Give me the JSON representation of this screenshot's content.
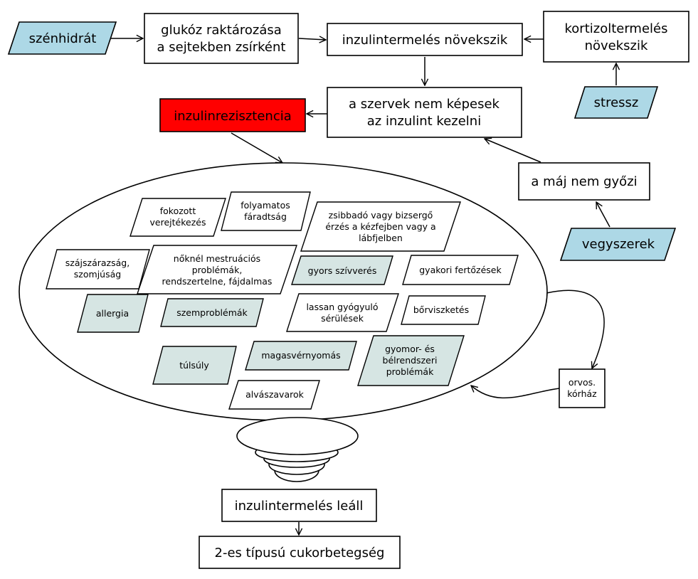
{
  "nodes": {
    "szenhidrat": "szénhidrát",
    "glukoz": [
      "glukóz raktározása",
      "a sejtekben zsírként"
    ],
    "inzulin_novekszik": "inzulintermelés növekszik",
    "kortizol": [
      "kortizoltermelés",
      "növekszik"
    ],
    "stressz": "stressz",
    "szervek": [
      "a szervek nem képesek",
      "az inzulint kezelni"
    ],
    "inzulinrezisztencia": "inzulinrezisztencia",
    "maj": "a máj nem győzi",
    "vegyszerek": "vegyszerek",
    "orvos": [
      "orvos.",
      "kórház"
    ],
    "leall": "inzulintermelés leáll",
    "cukorbetegseg": "2-es típusú cukorbetegség"
  },
  "symptoms": {
    "fokozott": [
      "fokozott",
      "verejtékezés"
    ],
    "faradtsag": [
      "folyamatos",
      "fáradtság"
    ],
    "zsibbado": [
      "zsibbadó vagy bizsergő",
      "érzés a kézfejben vagy a",
      "lábfjelben"
    ],
    "szajszarazsag": [
      "szájszárazság,",
      "szomjúság"
    ],
    "mestruacio": [
      "nőknél mestruációs",
      "problémák,",
      "rendszertelne, fájdalmas"
    ],
    "szivveres": "gyors szívverés",
    "fertozesek": "gyakori fertőzések",
    "allergia": "allergia",
    "szemproblemak": "szemproblémák",
    "serulesek": [
      "lassan gyógyuló",
      "sérülések"
    ],
    "borviszketes": "bőrviszketés",
    "tulsuly": "túlsúly",
    "magasvernyomas": "magasvérnyomás",
    "gyomor": [
      "gyomor- és",
      "bélrendszeri",
      "problémák"
    ],
    "alvaszavarok": "alvászavarok"
  },
  "colors": {
    "input_fill": "#add8e6",
    "highlight_fill": "#ff0000",
    "symptom_shaded": "#d6e5e3",
    "box_fill": "#ffffff"
  }
}
